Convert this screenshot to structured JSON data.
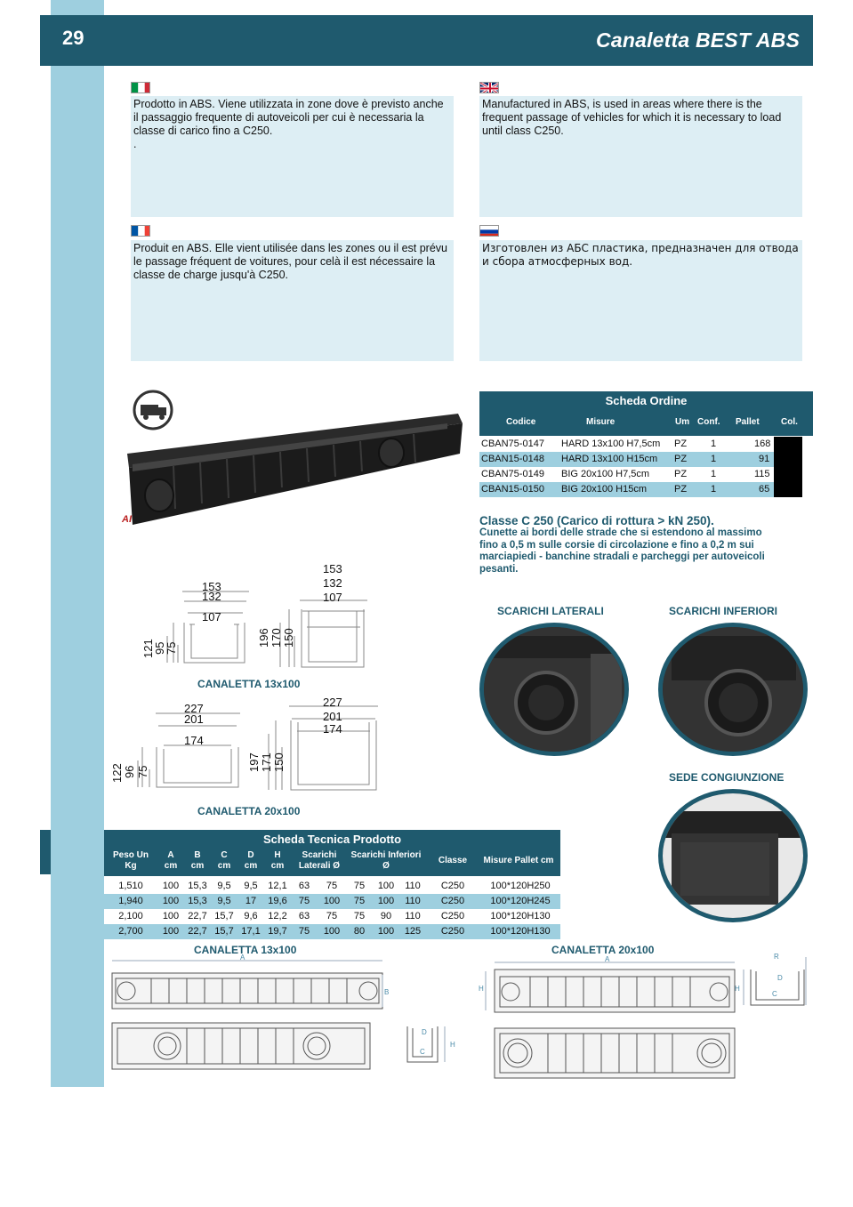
{
  "header": {
    "page_number": "29",
    "title": "Canaletta BEST ABS"
  },
  "colors": {
    "primary": "#1f5a6e",
    "light": "#9ecfdf",
    "panel": "#ddeef4"
  },
  "descriptions": {
    "it": {
      "flag": "italy-flag",
      "text": "Prodotto in ABS. Viene utilizzata in zone dove è previsto anche il passaggio frequente di autoveicoli per cui è necessaria la classe di carico fino a C250.",
      "extra": "."
    },
    "en": {
      "flag": "uk-flag",
      "text": "Manufactured in ABS, is used in areas where there is the frequent passage of vehicles for which it is necessary to load until class C250."
    },
    "fr": {
      "flag": "france-flag",
      "text": "Produit en ABS. Elle vient utilisée dans les zones ou il est prévu le passage fréquent de voitures, pour celà il est nécessaire la classe de charge jusqu'à C250."
    },
    "ru": {
      "flag": "russia-flag",
      "text": "Изготовлен из АБС пластика, предназначен для отвода и сбора атмосферных вод."
    }
  },
  "order_table": {
    "title": "Scheda Ordine",
    "headers": [
      "Codice",
      "Misure",
      "Um",
      "Conf.",
      "Pallet",
      "Col."
    ],
    "rows": [
      [
        "CBAN75-0147",
        "HARD 13x100 H7,5cm",
        "PZ",
        "1",
        "168"
      ],
      [
        "CBAN15-0148",
        "HARD 13x100 H15cm",
        "PZ",
        "1",
        "91"
      ],
      [
        "CBAN75-0149",
        "BIG 20x100 H7,5cm",
        "PZ",
        "1",
        "115"
      ],
      [
        "CBAN15-0150",
        "BIG 20x100 H15cm",
        "PZ",
        "1",
        "65"
      ]
    ]
  },
  "class_info": {
    "title": "Classe C 250 (Carico di rottura > kN 250).",
    "text": "Cunette ai bordi delle strade che si estendono al massimo fino a 0,5 m sulle corsie di circolazione e fino a 0,2 m sui marciapiedi - banchine stradali e parcheggi per autoveicoli pesanti."
  },
  "detail_labels": {
    "laterali": "SCARICHI LATERALI",
    "inferiori": "SCARICHI INFERIORI",
    "sede": "SEDE CONGIUNZIONE"
  },
  "drawings": {
    "c13": {
      "label": "CANALETTA 13x100",
      "left_tops": [
        "153",
        "132",
        "107"
      ],
      "left_sides": [
        "121",
        "95",
        "75"
      ],
      "right_tops": [
        "153",
        "132",
        "107"
      ],
      "right_sides": [
        "196",
        "170",
        "150"
      ]
    },
    "c20": {
      "label": "CANALETTA 20x100",
      "left_tops": [
        "227",
        "201",
        "174"
      ],
      "left_sides": [
        "122",
        "96",
        "75"
      ],
      "right_tops": [
        "227",
        "201",
        "174"
      ],
      "right_sides": [
        "197",
        "171",
        "150"
      ]
    }
  },
  "tech_table": {
    "title": "Scheda Tecnica Prodotto",
    "headers": [
      {
        "l1": "Peso Un",
        "l2": "Kg"
      },
      {
        "l1": "A",
        "l2": "cm"
      },
      {
        "l1": "B",
        "l2": "cm"
      },
      {
        "l1": "C",
        "l2": "cm"
      },
      {
        "l1": "D",
        "l2": "cm"
      },
      {
        "l1": "H",
        "l2": "cm"
      },
      {
        "l1": "Scarichi",
        "l2": "Laterali  Ø"
      },
      {
        "l1": "Scarichi Inferiori",
        "l2": "Ø"
      },
      {
        "l1": "Classe",
        "l2": ""
      },
      {
        "l1": "Misure Pallet cm",
        "l2": ""
      }
    ],
    "rows": [
      [
        "1,510",
        "100",
        "15,3",
        "9,5",
        "9,5",
        "12,1",
        "63",
        "75",
        "75",
        "100",
        "110",
        "C250",
        "100*120H250"
      ],
      [
        "1,940",
        "100",
        "15,3",
        "9,5",
        "17",
        "19,6",
        "75",
        "100",
        "75",
        "100",
        "110",
        "C250",
        "100*120H245"
      ],
      [
        "2,100",
        "100",
        "22,7",
        "15,7",
        "9,6",
        "12,2",
        "63",
        "75",
        "75",
        "90",
        "110",
        "C250",
        "100*120H130"
      ],
      [
        "2,700",
        "100",
        "22,7",
        "15,7",
        "17,1",
        "19,7",
        "75",
        "100",
        "80",
        "100",
        "125",
        "C250",
        "100*120H130"
      ]
    ]
  },
  "bottom_drawings": {
    "c13_label": "CANALETTA 13x100",
    "c20_label": "CANALETTA 20x100",
    "letters": {
      "a": "A",
      "b": "B",
      "c": "C",
      "d": "D",
      "h": "H",
      "r": "R"
    }
  }
}
